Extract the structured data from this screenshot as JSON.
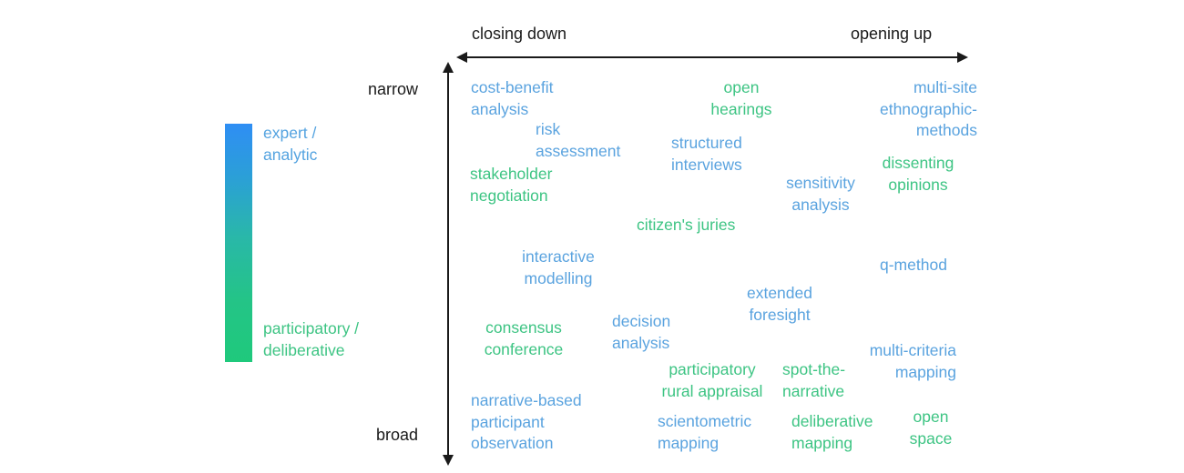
{
  "chart_data": {
    "type": "scatter",
    "title": "",
    "xlabel": "",
    "ylabel": "",
    "axes": {
      "horizontal": {
        "left_label": "closing down",
        "right_label": "opening up",
        "arrow": "double"
      },
      "vertical": {
        "top_label": "narrow",
        "bottom_label": "broad",
        "arrow": "double"
      }
    },
    "legend": {
      "type": "gradient-colorbar",
      "orientation": "vertical",
      "top_label": "expert /\nanalytic",
      "bottom_label": "participatory /\ndeliberative",
      "top_color": "#2f8ef4",
      "bottom_color": "#1fc97c"
    },
    "colors": {
      "blue": "#5aa3df",
      "green": "#3dc483",
      "axis": "#1a1a1a",
      "background": "#ffffff"
    },
    "points": [
      {
        "label": "cost-benefit\nanalysis",
        "category": "expert",
        "color": "blue",
        "x": 0.04,
        "y": 0.07
      },
      {
        "label": "risk\nassessment",
        "category": "expert",
        "color": "blue",
        "x": 0.19,
        "y": 0.21
      },
      {
        "label": "stakeholder\nnegotiation",
        "category": "participatory",
        "color": "green",
        "x": 0.04,
        "y": 0.3
      },
      {
        "label": "open\nhearings",
        "category": "participatory",
        "color": "green",
        "x": 0.51,
        "y": 0.07
      },
      {
        "label": "multi-site\nethnographic-\nmethods",
        "category": "expert",
        "color": "blue",
        "x": 0.88,
        "y": 0.07
      },
      {
        "label": "structured\ninterviews",
        "category": "expert",
        "color": "blue",
        "x": 0.44,
        "y": 0.21
      },
      {
        "label": "sensitivity\nanalysis",
        "category": "expert",
        "color": "blue",
        "x": 0.67,
        "y": 0.3
      },
      {
        "label": "dissenting\nopinions",
        "category": "participatory",
        "color": "green",
        "x": 0.85,
        "y": 0.26
      },
      {
        "label": "citizen's juries",
        "category": "participatory",
        "color": "green",
        "x": 0.4,
        "y": 0.42
      },
      {
        "label": "interactive\nmodelling",
        "category": "expert",
        "color": "blue",
        "x": 0.14,
        "y": 0.51
      },
      {
        "label": "q-method",
        "category": "expert",
        "color": "blue",
        "x": 0.87,
        "y": 0.52
      },
      {
        "label": "extended\nforesight",
        "category": "expert",
        "color": "blue",
        "x": 0.6,
        "y": 0.59
      },
      {
        "label": "consensus\nconference",
        "category": "participatory",
        "color": "green",
        "x": 0.06,
        "y": 0.67
      },
      {
        "label": "decision\nanalysis",
        "category": "expert",
        "color": "blue",
        "x": 0.33,
        "y": 0.67
      },
      {
        "label": "participatory\nrural appraisal",
        "category": "participatory",
        "color": "green",
        "x": 0.41,
        "y": 0.78
      },
      {
        "label": "spot-the-\nnarrative",
        "category": "participatory",
        "color": "green",
        "x": 0.67,
        "y": 0.78
      },
      {
        "label": "multi-criteria\nmapping",
        "category": "expert",
        "color": "blue",
        "x": 0.84,
        "y": 0.74
      },
      {
        "label": "narrative-based\nparticipant\nobservation",
        "category": "expert",
        "color": "blue",
        "x": 0.04,
        "y": 0.84
      },
      {
        "label": "scientometric\nmapping",
        "category": "expert",
        "color": "blue",
        "x": 0.4,
        "y": 0.91
      },
      {
        "label": "deliberative\nmapping",
        "category": "participatory",
        "color": "green",
        "x": 0.66,
        "y": 0.91
      },
      {
        "label": "open\nspace",
        "category": "participatory",
        "color": "green",
        "x": 0.9,
        "y": 0.91
      }
    ]
  },
  "legend": {
    "top_label": "expert /\nanalytic",
    "bottom_label": "participatory /\ndeliberative"
  },
  "axes": {
    "closing_down": "closing down",
    "opening_up": "opening up",
    "narrow": "narrow",
    "broad": "broad"
  },
  "labels": {
    "cost_benefit_analysis": "cost-benefit\nanalysis",
    "risk_assessment": "risk\nassessment",
    "stakeholder_negotiation": "stakeholder\nnegotiation",
    "open_hearings": "open\nhearings",
    "multi_site_ethnographic_methods": "multi-site\nethnographic-\nmethods",
    "structured_interviews": "structured\ninterviews",
    "sensitivity_analysis": "sensitivity\nanalysis",
    "dissenting_opinions": "dissenting\nopinions",
    "citizens_juries": "citizen's juries",
    "interactive_modelling": "interactive\nmodelling",
    "q_method": "q-method",
    "extended_foresight": "extended\nforesight",
    "consensus_conference": "consensus\nconference",
    "decision_analysis": "decision\nanalysis",
    "participatory_rural_appraisal": "participatory\nrural appraisal",
    "spot_the_narrative": "spot-the-\nnarrative",
    "multi_criteria_mapping": "multi-criteria\nmapping",
    "narrative_based_participant_observation": "narrative-based\nparticipant\nobservation",
    "scientometric_mapping": "scientometric\nmapping",
    "deliberative_mapping": "deliberative\nmapping",
    "open_space": "open\nspace"
  }
}
